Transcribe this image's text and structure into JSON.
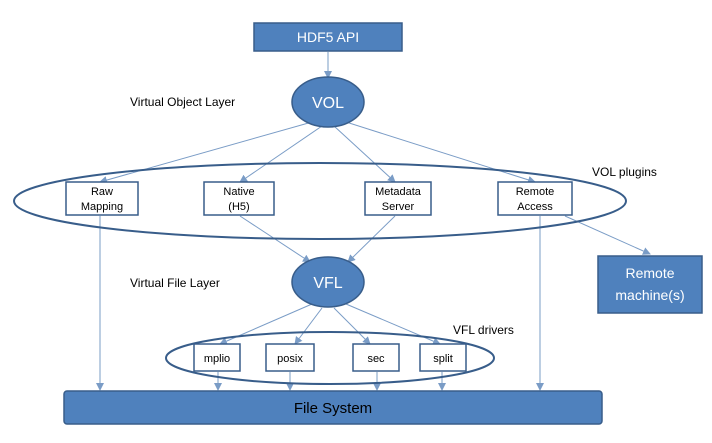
{
  "api": {
    "label": "HDF5 API"
  },
  "vol": {
    "label": "VOL",
    "caption": "Virtual Object Layer"
  },
  "vol_plugins": {
    "caption": "VOL plugins",
    "items": [
      {
        "line1": "Raw",
        "line2": "Mapping"
      },
      {
        "line1": "Native",
        "line2": "(H5)"
      },
      {
        "line1": "Metadata",
        "line2": "Server"
      },
      {
        "line1": "Remote",
        "line2": "Access"
      }
    ]
  },
  "remote": {
    "line1": "Remote",
    "line2": "machine(s)"
  },
  "vfl": {
    "label": "VFL",
    "caption": "Virtual File Layer"
  },
  "vfl_drivers": {
    "caption": "VFL drivers",
    "items": [
      "mplio",
      "posix",
      "sec",
      "split"
    ]
  },
  "filesystem": {
    "label": "File System"
  },
  "colors": {
    "fill": "#4f81bd",
    "stroke": "#385d8a",
    "arrow": "#7a9cc6",
    "text_light": "#ffffff",
    "text_dark": "#000000"
  }
}
